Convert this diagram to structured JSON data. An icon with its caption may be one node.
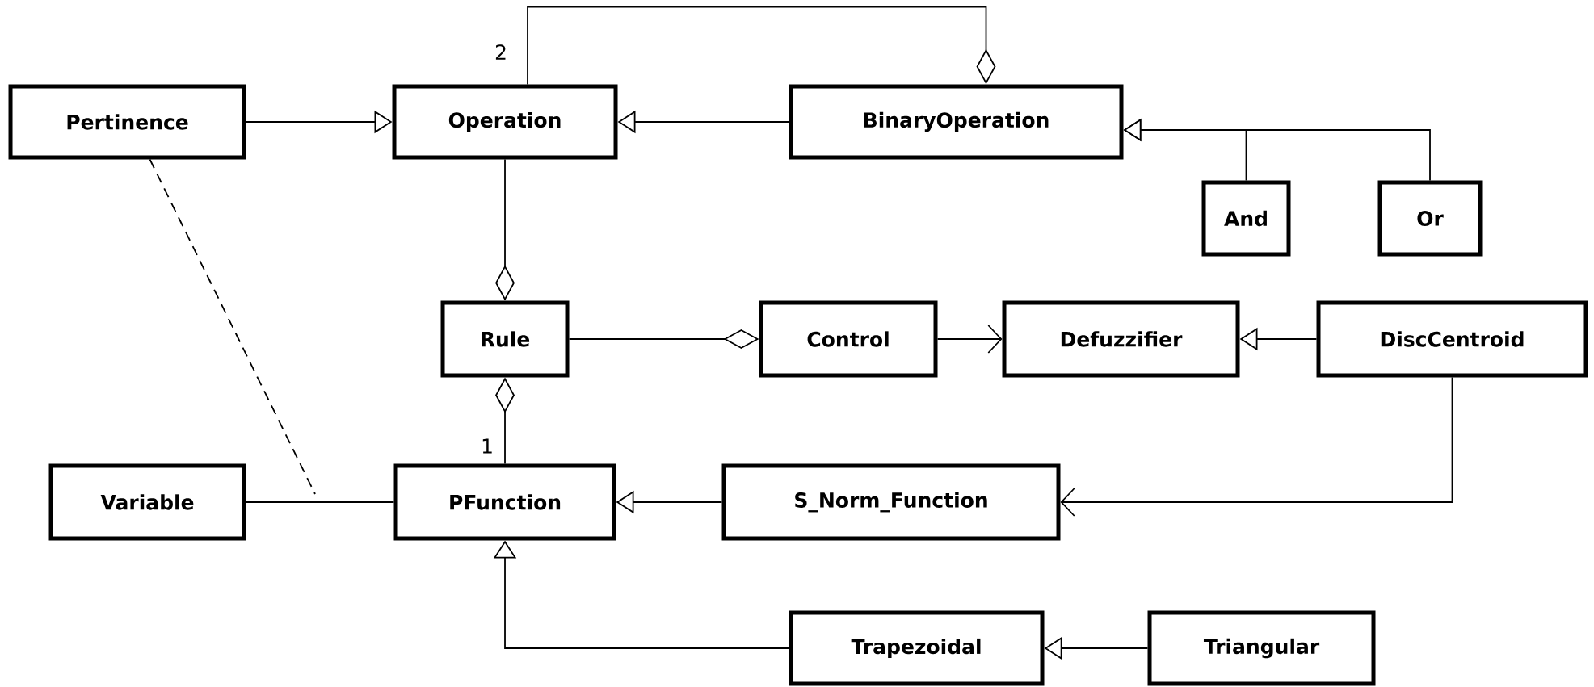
{
  "diagram": {
    "nodes": [
      {
        "text": [
          "Pertinence"
        ]
      },
      {
        "text": [
          "Operation"
        ]
      },
      {
        "text": [
          "BinaryOperation"
        ]
      },
      {
        "text": [
          "And"
        ]
      },
      {
        "text": [
          "Or"
        ]
      },
      {
        "text": [
          "Rule"
        ]
      },
      {
        "text": [
          "Control"
        ]
      },
      {
        "text": [
          "Defuzzifier"
        ]
      },
      {
        "text": [
          "DiscCentroid"
        ]
      },
      {
        "text": [
          "Variable"
        ]
      },
      {
        "text": [
          "PFunction"
        ]
      },
      {
        "text": [
          "S_Norm_Function"
        ]
      },
      {
        "text": [
          "Trapezoidal"
        ]
      },
      {
        "text": [
          "Triangular"
        ]
      }
    ],
    "edges": [
      {
        "from": 0,
        "to": 1,
        "arrow": "to"
      },
      {
        "from": 2,
        "to": 1,
        "arrow": "to"
      },
      {
        "from": 1,
        "to": 2,
        "arrow": "other",
        "label": "2"
      },
      {
        "from": 3,
        "to": 2,
        "arrow": "to"
      },
      {
        "from": 4,
        "to": 2,
        "arrow": "to"
      },
      {
        "from": 1,
        "to": 5,
        "arrow": "other"
      },
      {
        "from": 5,
        "to": 6,
        "arrow": "other"
      },
      {
        "from": 6,
        "to": 7,
        "arrow": "to"
      },
      {
        "from": 8,
        "to": 7,
        "arrow": "to"
      },
      {
        "from": 10,
        "to": 5,
        "arrow": "other",
        "label": "1"
      },
      {
        "from": 9,
        "to": 10,
        "arrow": "none"
      },
      {
        "from": 8,
        "to": 11,
        "arrow": "to"
      },
      {
        "from": 11,
        "to": 10,
        "arrow": "to"
      },
      {
        "from": 12,
        "to": 10,
        "arrow": "to"
      },
      {
        "from": 13,
        "to": 12,
        "arrow": "to"
      },
      {
        "from": 0,
        "to": null,
        "arrow": "none",
        "style": "dashed"
      }
    ]
  }
}
